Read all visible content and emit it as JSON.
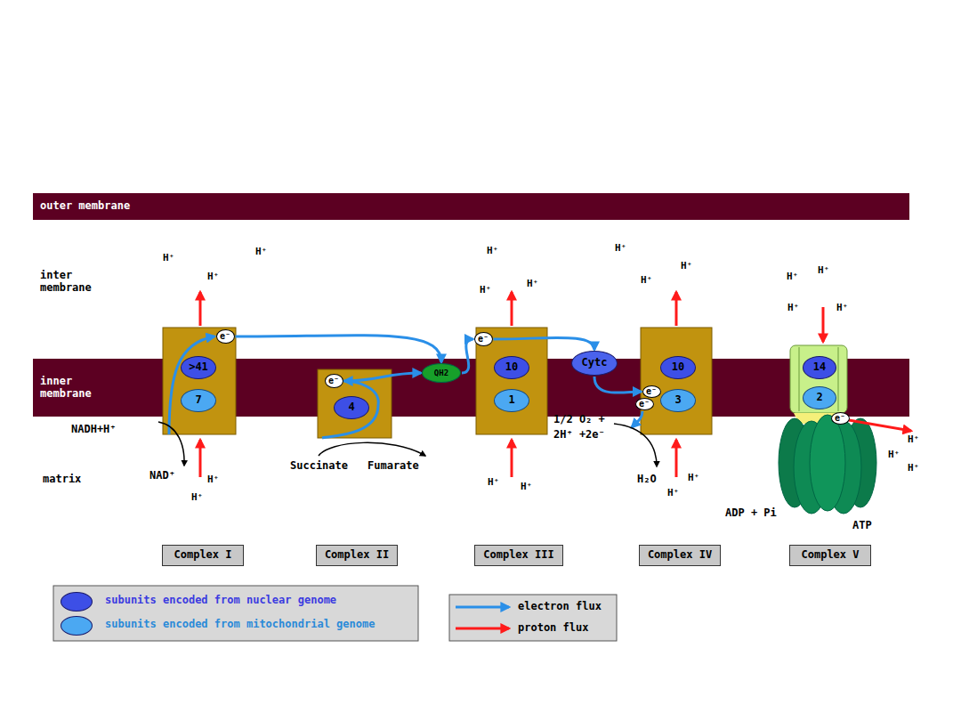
{
  "diagram": {
    "nodes": [
      {
        "text": [
          "outer membrane"
        ]
      },
      {
        "text": [
          "inner membrane"
        ]
      },
      {
        "text": [
          "e⁻"
        ]
      },
      {
        "text": [
          ">41"
        ]
      },
      {
        "text": [
          "7"
        ]
      },
      {
        "text": [
          "e⁻"
        ]
      },
      {
        "text": [
          "4"
        ]
      },
      {
        "text": [
          "QH2"
        ]
      },
      {
        "text": [
          "e⁻"
        ]
      },
      {
        "text": [
          "10"
        ]
      },
      {
        "text": [
          "1"
        ]
      },
      {
        "text": [
          "Cytc"
        ]
      },
      {
        "text": [
          "e⁻"
        ]
      },
      {
        "text": [
          "e⁻"
        ]
      },
      {
        "text": [
          "10"
        ]
      },
      {
        "text": [
          "3"
        ]
      },
      {
        "text": [
          "14"
        ]
      },
      {
        "text": [
          "2"
        ]
      },
      {
        "text": [
          "e⁻"
        ]
      },
      {
        "text": [
          "Complex I"
        ]
      },
      {
        "text": [
          "Complex II"
        ]
      },
      {
        "text": [
          "Complex III"
        ]
      },
      {
        "text": [
          "Complex IV"
        ]
      },
      {
        "text": [
          "Complex V"
        ]
      }
    ],
    "edges": [
      {
        "from": 2,
        "to": 7,
        "arrow": "to"
      },
      {
        "from": 5,
        "to": 7,
        "arrow": "to"
      },
      {
        "from": 7,
        "to": 8,
        "arrow": "to"
      },
      {
        "from": 8,
        "to": 11,
        "arrow": "to"
      },
      {
        "from": 11,
        "to": 12,
        "arrow": "to"
      }
    ],
    "labels": [
      "inter membrane",
      "matrix",
      "NADH+H⁺",
      "NAD⁺",
      "Succinate",
      "Fumarate",
      "1/2 O₂ +",
      "2H⁺ +2e⁻",
      "H₂O",
      "ADP + Pi",
      "ATP",
      "H⁺",
      "H⁺",
      "H⁺",
      "H⁺",
      "H⁺",
      "H⁺",
      "H⁺",
      "H⁺",
      "H⁺",
      "H⁺",
      "H⁺",
      "H⁺",
      "H⁺",
      "H⁺",
      "H⁺",
      "H⁺",
      "H⁺",
      "H⁺",
      "H⁺",
      "H⁺",
      "H⁺",
      "H⁺"
    ],
    "legend": [
      {
        "text": "subunits encoded from nuclear genome",
        "color": "#3d4fe6"
      },
      {
        "text": "subunits encoded from mitochondrial genome",
        "color": "#4ba8f2"
      },
      {
        "text": "electron flux"
      },
      {
        "text": "proton flux"
      }
    ]
  }
}
